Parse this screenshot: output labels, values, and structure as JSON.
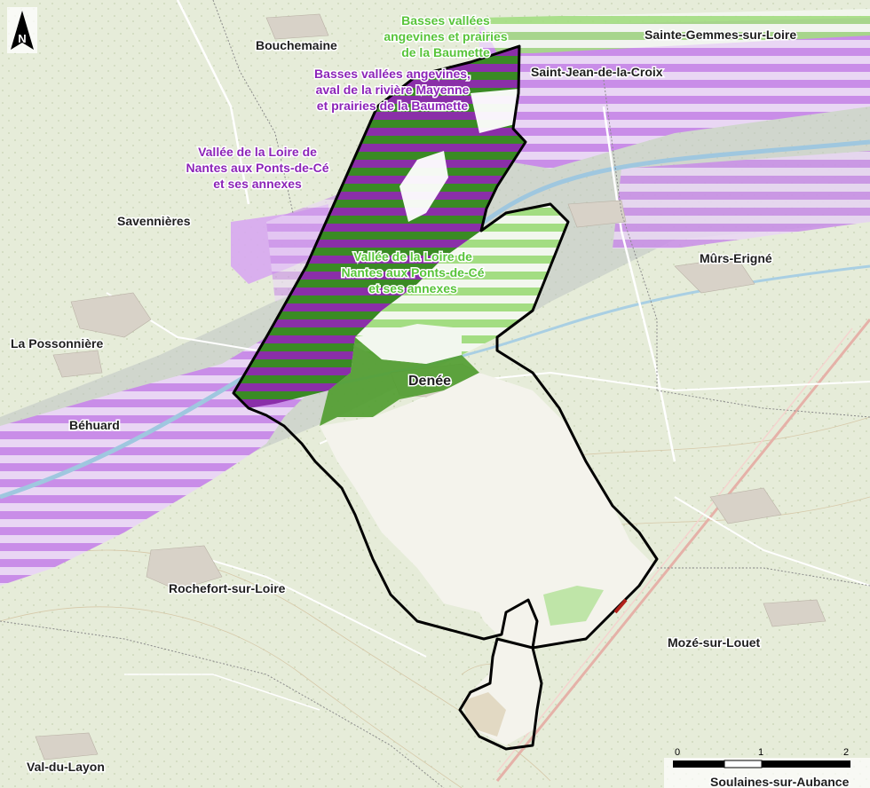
{
  "map": {
    "north_label": "N",
    "scale": {
      "tick_start": "0",
      "tick_mid": "1",
      "tick_end": "2"
    },
    "communes": {
      "bouchemaine": "Bouchemaine",
      "sainte_gemmes": "Sainte-Gemmes-sur-Loire",
      "saint_jean": "Saint-Jean-de-la-Croix",
      "savennieres": "Savennières",
      "murs_erigne": "Mûrs-Erigné",
      "la_possonniere": "La Possonnière",
      "behuard": "Béhuard",
      "denee": "Denée",
      "rochefort": "Rochefort-sur-Loire",
      "moze": "Mozé-sur-Louet",
      "val_du_layon": "Val-du-Layon",
      "soulaines": "Soulaines-sur-Aubance"
    },
    "zones": {
      "green_top": [
        "Basses vallées",
        "angevines et prairies",
        "de la Baumette"
      ],
      "purple_mayenne": [
        "Basses vallées angevines,",
        "aval de la rivière Mayenne",
        "et prairies de la Baumette"
      ],
      "purple_loire": [
        "Vallée de la Loire de",
        "Nantes aux Ponts-de-Cé",
        "et ses annexes"
      ],
      "green_loire": [
        "Vallée de la Loire de",
        "Nantes aux Ponts-de-Cé",
        "et ses annexes"
      ]
    },
    "colors": {
      "zone_purple": "#c77ee8",
      "zone_purple_dark": "#8a2fa8",
      "zone_green": "#3d8b24",
      "zone_green_light": "#8fd66a",
      "commune_boundary": "#000000",
      "label_green": "#58c43a",
      "label_purple": "#8c24b8"
    }
  }
}
